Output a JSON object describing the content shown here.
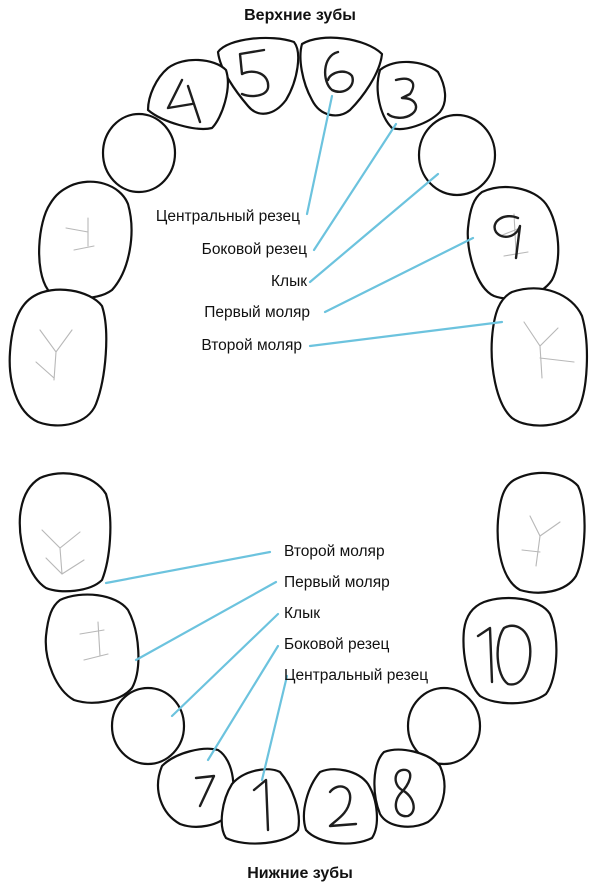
{
  "upper_jaw": {
    "title": "Верхние зубы",
    "labels": [
      {
        "text": "Центральный резец"
      },
      {
        "text": "Боковой резец"
      },
      {
        "text": "Клык"
      },
      {
        "text": "Первый моляр"
      },
      {
        "text": "Второй моляр"
      }
    ]
  },
  "lower_jaw": {
    "title": "Нижние зубы",
    "labels": [
      {
        "text": "Второй моляр"
      },
      {
        "text": "Первый моляр"
      },
      {
        "text": "Клык"
      },
      {
        "text": "Боковой резец"
      },
      {
        "text": "Центральный резец"
      }
    ]
  },
  "handwritten_numbers": [
    "4",
    "5",
    "6",
    "3",
    "9",
    "10",
    "7",
    "1",
    "2",
    "8"
  ],
  "colors": {
    "leader_line": "#6cc3de",
    "outline": "#111111",
    "groove": "#b8b8b8"
  }
}
